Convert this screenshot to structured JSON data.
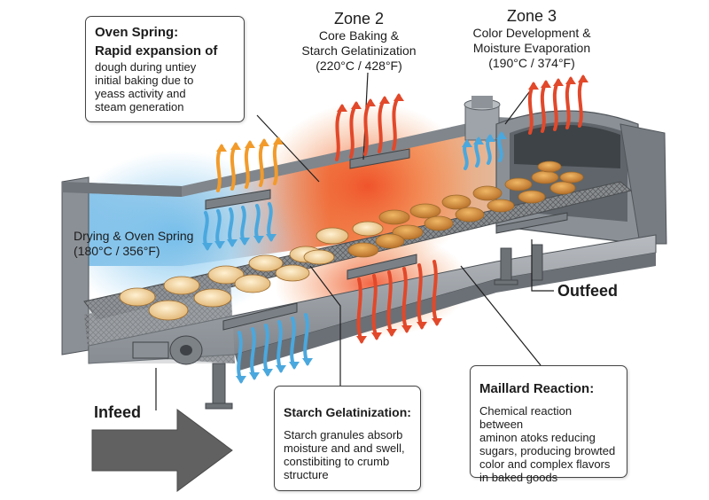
{
  "callouts": {
    "oven_spring": {
      "title": "Oven Spring:",
      "subtitle": "Rapid expansion of",
      "lines": [
        "dough during untiey",
        "initial baking due to",
        "yeass activity and",
        "steam generation"
      ]
    },
    "starch": {
      "title": "Starch Gelatinization:",
      "lines": [
        "Starch granules absorb",
        "moisture and and swell,",
        "constibiting to crumb",
        "structure"
      ]
    },
    "maillard": {
      "title": "Maillard Reaction:",
      "lines": [
        "Chemical reaction between",
        "aminon atoks reducing",
        "sugars, producing browted",
        "color and complex flavors",
        "in baked goods"
      ]
    }
  },
  "zones": {
    "zone1": {
      "line1": "Drying & Oven Spring",
      "line2": "(180°C / 356°F)"
    },
    "zone2": {
      "heading": "Zone 2",
      "line1": "Core Baking &",
      "line2": "Starch Gelatinization",
      "line3": "(220°C / 428°F)"
    },
    "zone3": {
      "heading": "Zone 3",
      "line1": "Color Development &",
      "line2": "Moisture Evaporation",
      "line3": "(190°C / 374°F)"
    }
  },
  "labels": {
    "infeed": "Infeed",
    "outfeed": "Outfeed"
  },
  "colors": {
    "body_gray": "#8e9399",
    "body_dark": "#5d6268",
    "hot_red": "#e2482a",
    "warm_orange": "#f29b2b",
    "cool_blue": "#4aa8de",
    "dough": "#f2d3a0",
    "bread": "#cf8f3f",
    "arrow_gray": "#616161"
  },
  "icons": [
    "heat-arrow-up-icon",
    "heat-arrow-down-icon",
    "infeed-arrow-icon"
  ]
}
